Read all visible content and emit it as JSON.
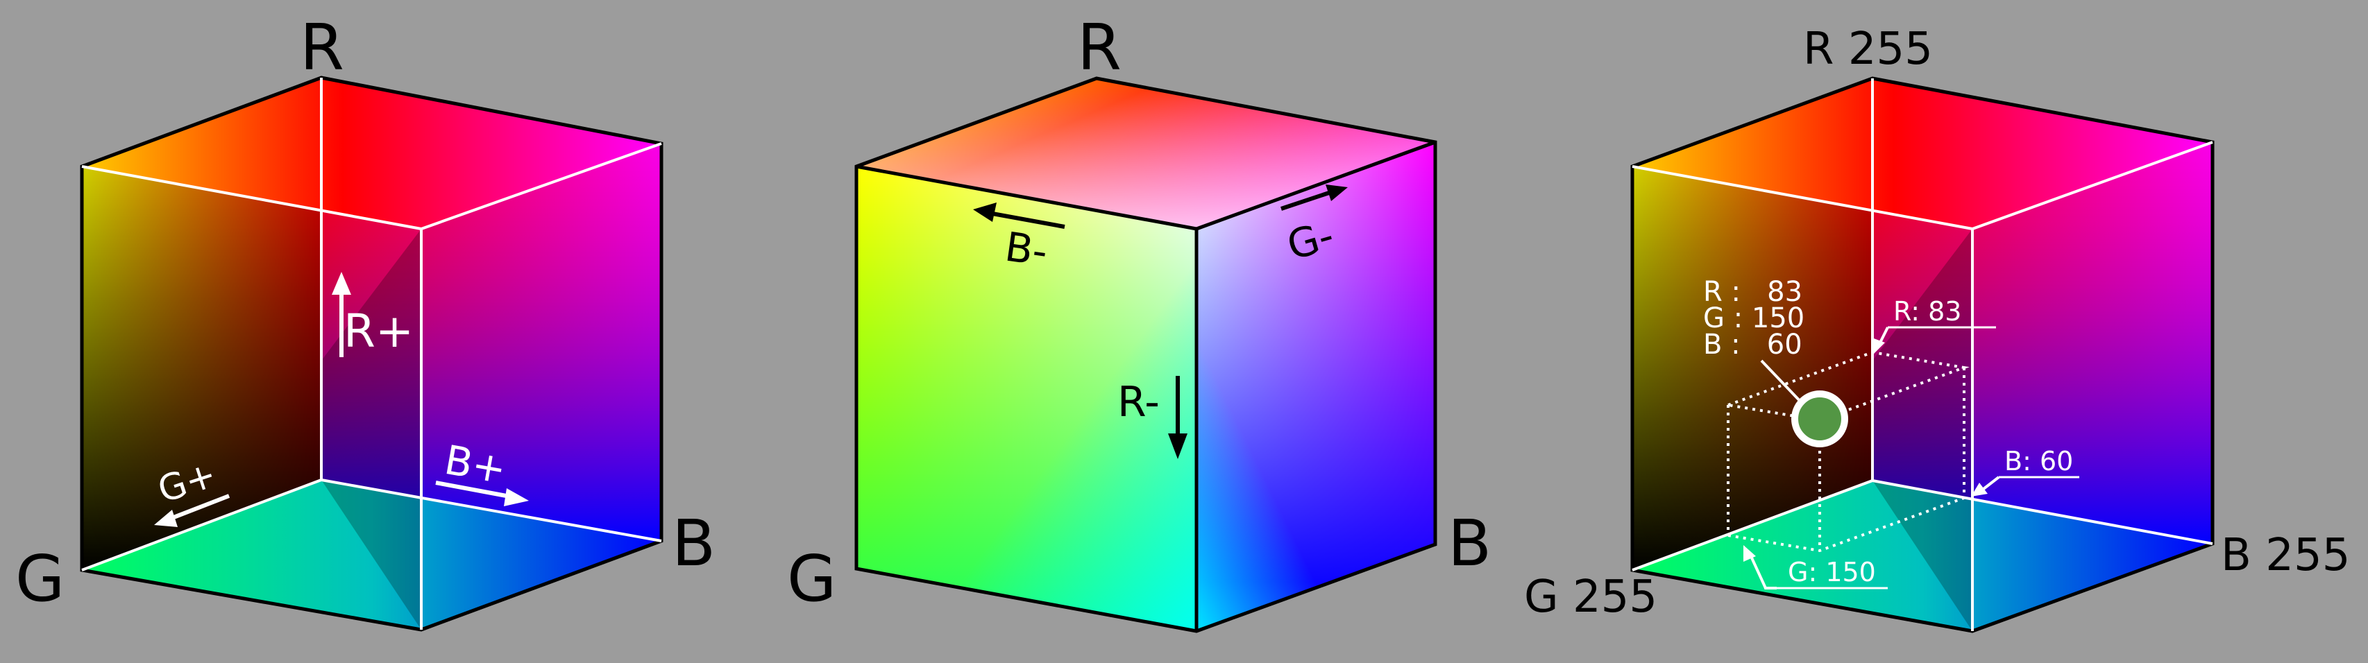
{
  "cube1": {
    "corner_r": "R",
    "corner_g": "G",
    "corner_b": "B",
    "arrow_r": "R+",
    "arrow_g": "G+",
    "arrow_b": "B+"
  },
  "cube2": {
    "corner_r": "R",
    "corner_g": "G",
    "corner_b": "B",
    "arrow_b": "B-",
    "arrow_g": "G-",
    "arrow_r": "R-"
  },
  "cube3": {
    "corner_r": "R 255",
    "corner_g": "G 255",
    "corner_b": "B 255",
    "point": {
      "r_line": "R :   83",
      "g_line": "G : 150",
      "b_line": "B :   60",
      "r_label": "R: 83",
      "g_label": "G: 150",
      "b_label": "B: 60",
      "color": "#539644"
    }
  },
  "colors": {
    "background": "#9c9c9c",
    "red": "#ff0000",
    "green": "#00ff00",
    "blue": "#0000ff",
    "yellow": "#ffff00",
    "magenta": "#ff00ff",
    "cyan": "#00ffff",
    "white": "#ffffff",
    "black": "#000000"
  }
}
